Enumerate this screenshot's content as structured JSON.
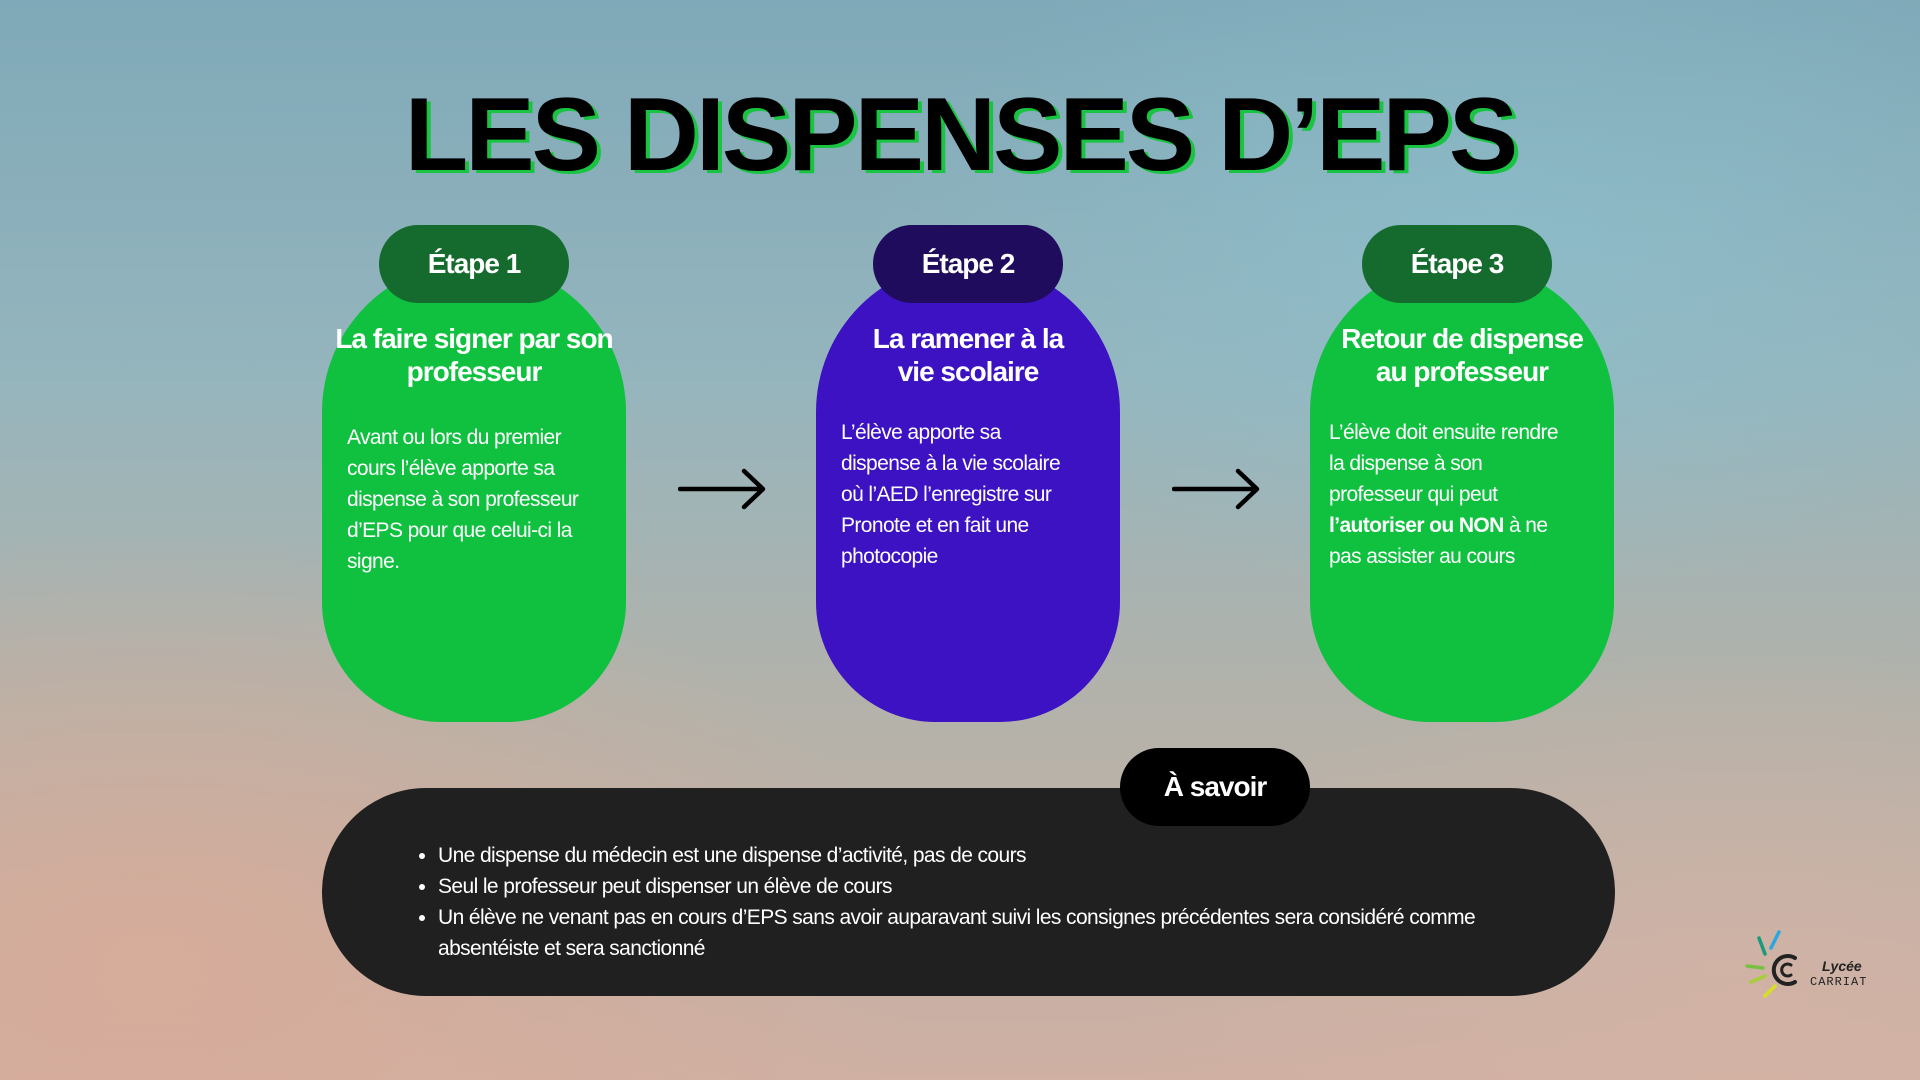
{
  "page": {
    "title": "LES DISPENSES D’EPS"
  },
  "steps": [
    {
      "label": "Étape 1",
      "heading": "La faire signer par son professeur",
      "text_lines": [
        "Avant ou lors du premier",
        "cours l’élève apporte sa",
        "dispense à son professeur",
        "d’EPS pour que celui-ci la",
        "signe."
      ]
    },
    {
      "label": "Étape 2",
      "heading": "La ramener à la vie scolaire",
      "text_lines": [
        "L’élève apporte sa",
        "dispense à la vie scolaire",
        "où l’AED l’enregistre sur",
        "Pronote et en fait une",
        "photocopie"
      ]
    },
    {
      "label": "Étape 3",
      "heading": "Retour de dispense au professeur",
      "text_lines": [
        "L’élève doit ensuite rendre",
        "la dispense à son",
        "professeur qui peut"
      ],
      "bold_text": "l’autoriser ou NON",
      "after_bold": " à ne",
      "last_line": "pas assister au cours"
    }
  ],
  "notice": {
    "label": "À savoir",
    "items": [
      "Une dispense du médecin est une dispense d’activité, pas de cours",
      "Seul le professeur peut dispenser un élève de cours",
      "Un élève ne venant pas en cours d’EPS sans avoir auparavant suivi les consignes précédentes sera considéré comme absentéiste et sera sanctionné"
    ]
  },
  "logo": {
    "line1": "Lycée",
    "line2": "CARRIAT"
  },
  "colors": {
    "step_green": "#10c140",
    "step_purple": "#3c12c3",
    "pill_green": "#146b2d",
    "pill_purple": "#1f0c5c",
    "notice_bg": "#202020",
    "title_shadow": "#18c441"
  },
  "icons": {
    "arrows": [
      "arrow-right-icon",
      "arrow-right-icon"
    ],
    "logo": "lycee-carriat-logo-icon"
  }
}
